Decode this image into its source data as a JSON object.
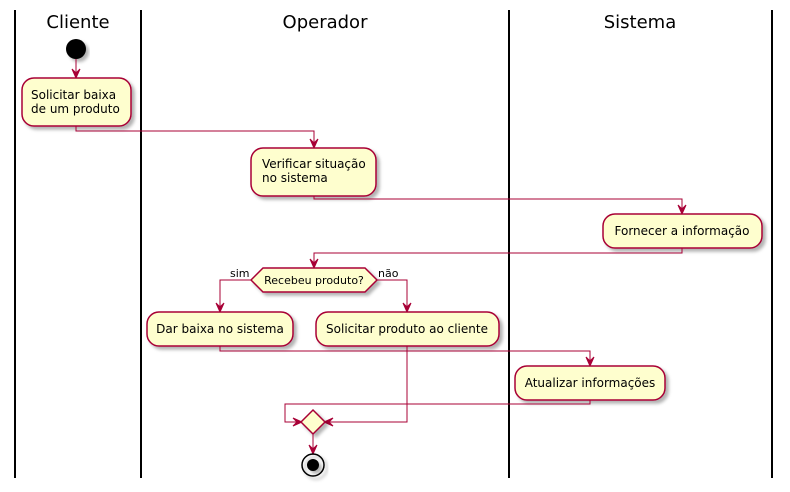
{
  "swimlanes": [
    "Cliente",
    "Operador",
    "Sistema"
  ],
  "nodes": {
    "solicitar_baixa": [
      "Solicitar baixa",
      "de um produto"
    ],
    "verificar_situacao": [
      "Verificar situação",
      "no sistema"
    ],
    "fornecer_informacao": "Fornecer a informação",
    "decision_question": "Recebeu produto?",
    "branch_yes": "sim",
    "branch_no": "não",
    "dar_baixa": "Dar baixa no sistema",
    "solicitar_produto": "Solicitar produto ao cliente",
    "atualizar_informacoes": "Atualizar informações"
  },
  "colors": {
    "activity_fill": "#FEFECE",
    "border": "#A80036",
    "start_end": "#000000",
    "lane_divider": "#000000"
  }
}
